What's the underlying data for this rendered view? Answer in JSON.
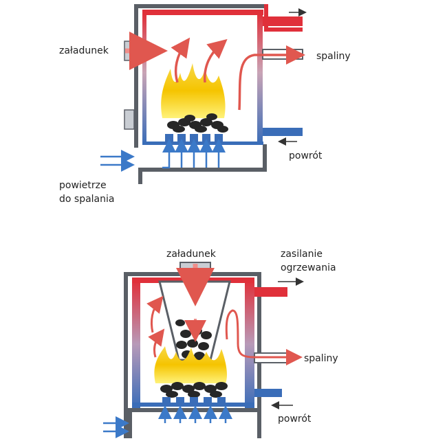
{
  "diagram_top": {
    "label_loading": "załadunek",
    "label_flue": "spaliny",
    "label_return": "powrót",
    "label_air_line1": "powietrze",
    "label_air_line2": "do spalania"
  },
  "diagram_bottom": {
    "label_loading": "załadunek",
    "label_supply_line1": "zasilanie",
    "label_supply_line2": "ogrzewania",
    "label_flue": "spaliny",
    "label_return": "powrót"
  },
  "colors": {
    "hot_water": "#e0303a",
    "cold_water": "#3a6db8",
    "wall": "#5a5f66",
    "wall_fill": "#c9cdd3",
    "flame_outer": "#f5c400",
    "flame_inner": "#fff27a",
    "hot_arrow": "#e0574f",
    "cold_arrow": "#3b79c8",
    "loading_arrow": "#ef8e8a",
    "coal": "#262626"
  }
}
